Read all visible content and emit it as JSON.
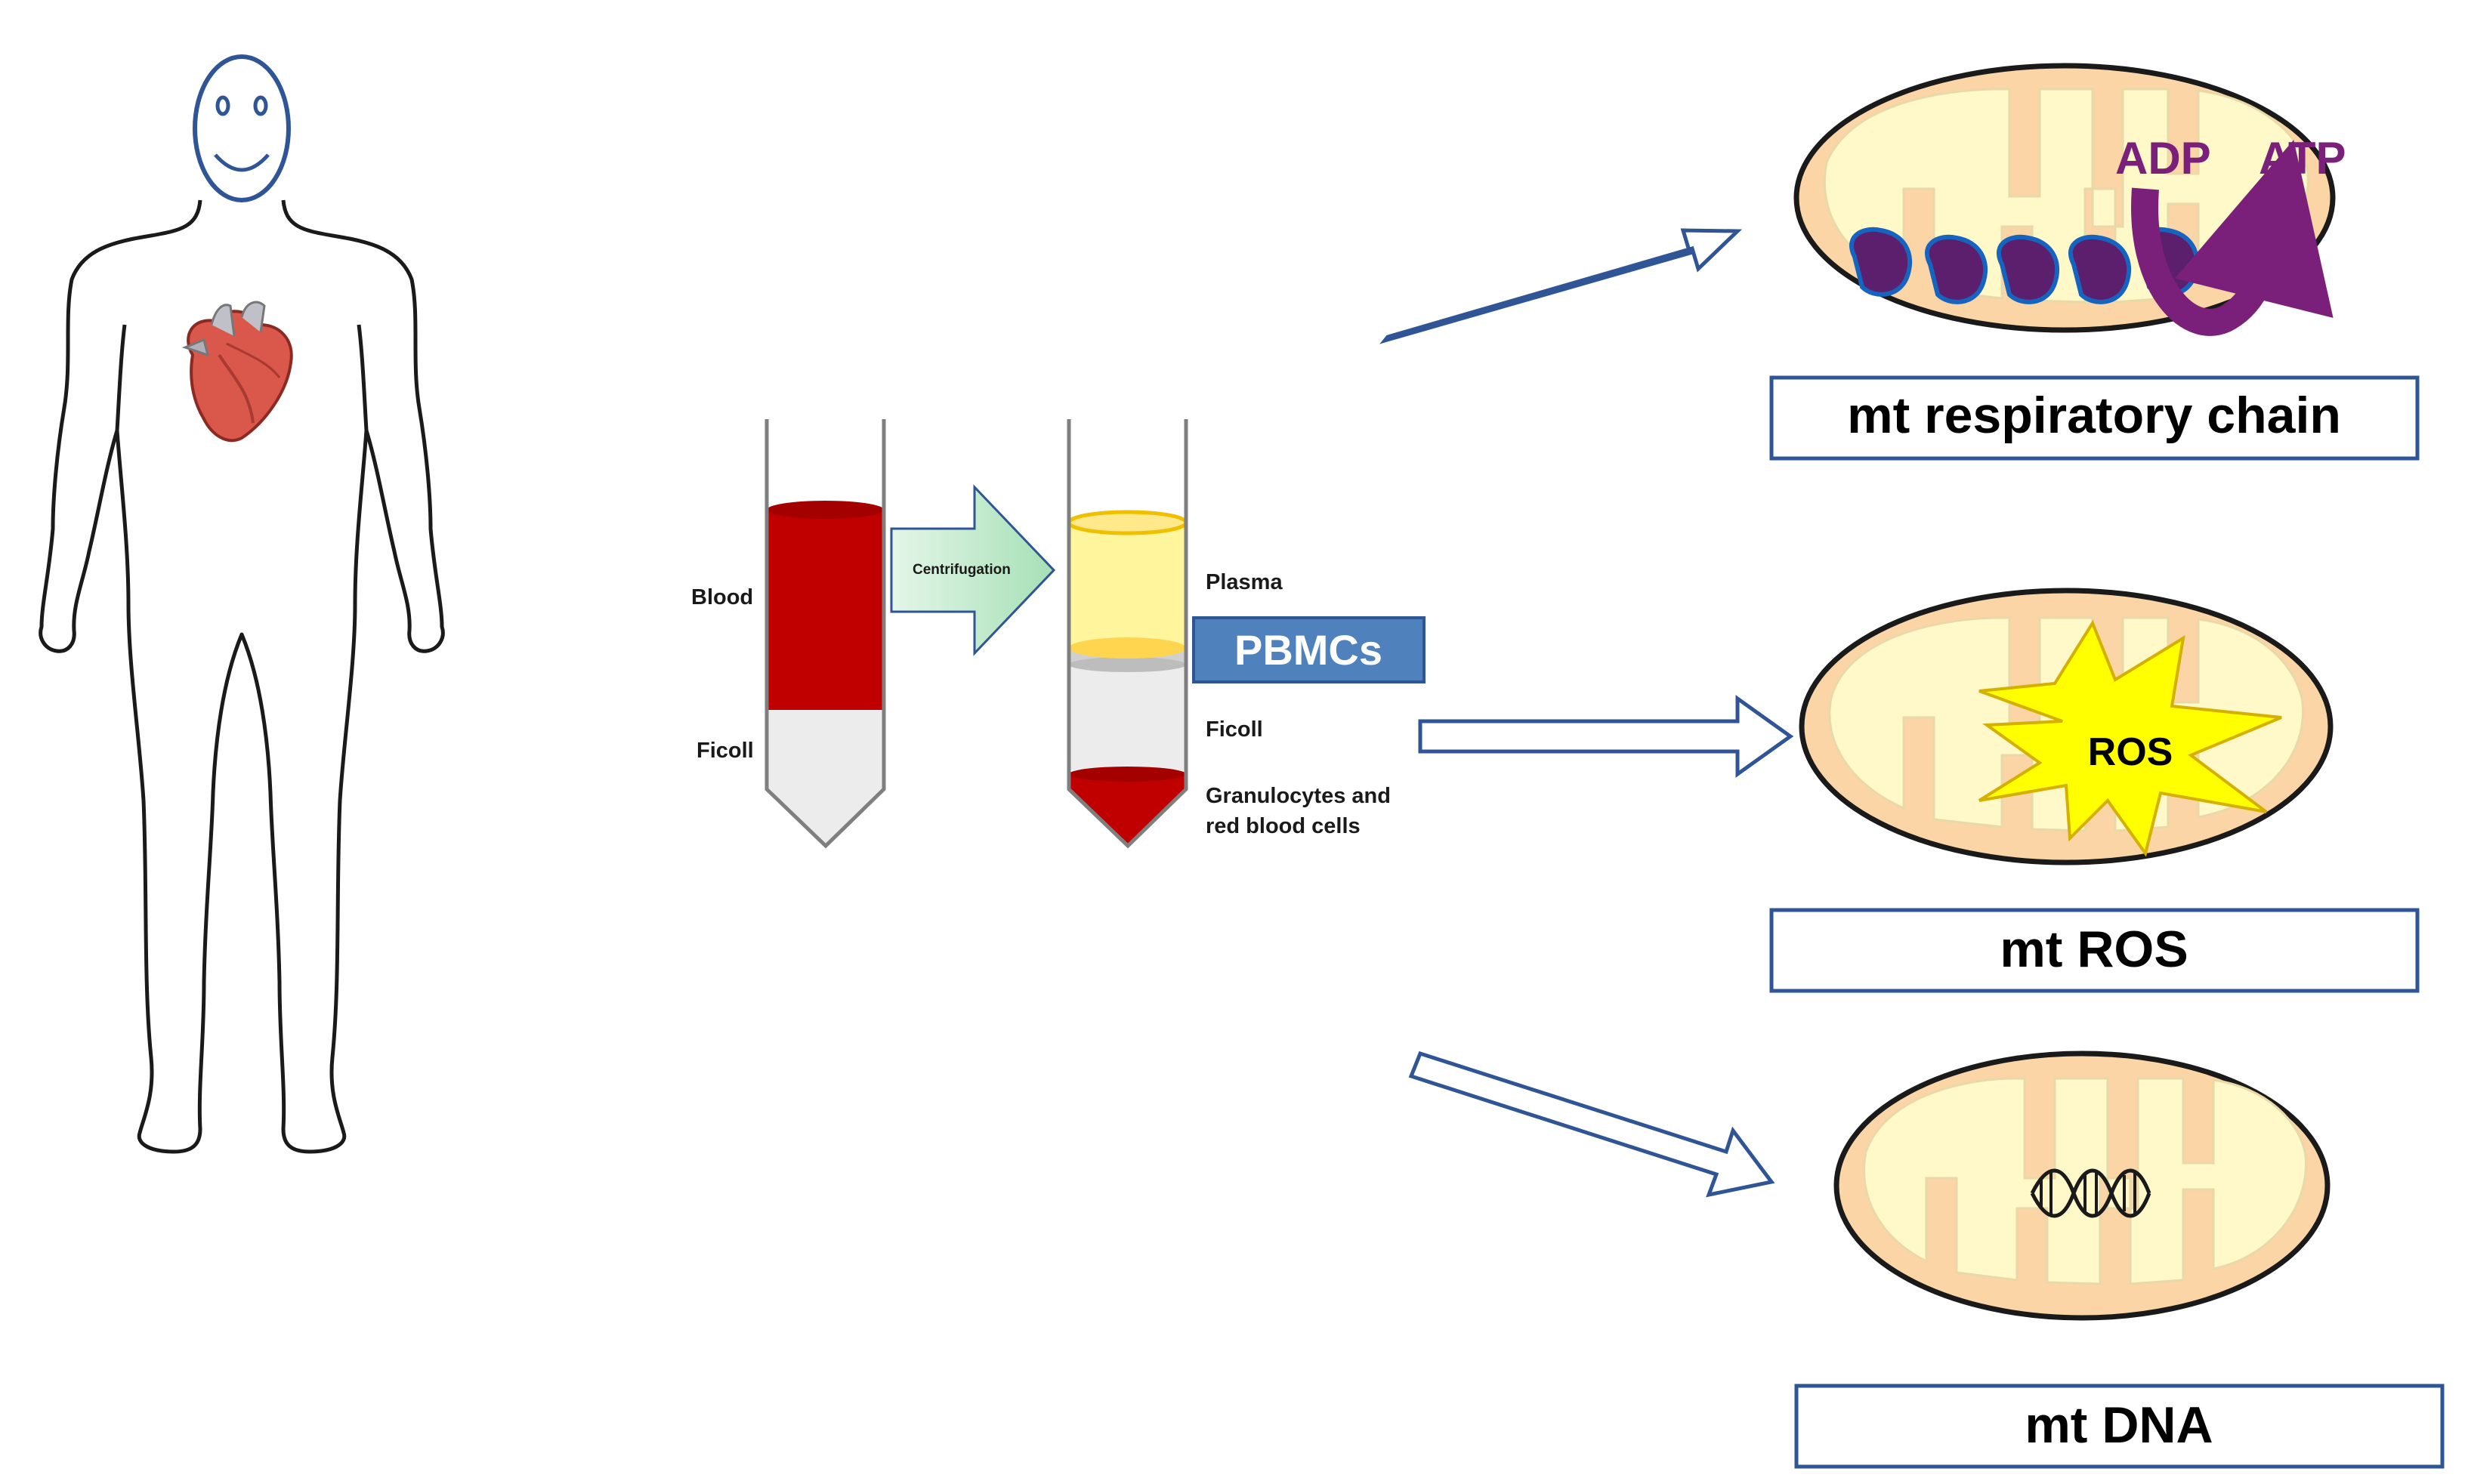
{
  "tubes": {
    "blood_label": "Blood",
    "ficoll_left_label": "Ficoll",
    "centrifugation_label": "Centrifugation",
    "plasma_label": "Plasma",
    "pbmc_label": "PBMCs",
    "ficoll_right_label": "Ficoll",
    "granulocytes_line1": "Granulocytes and",
    "granulocytes_line2": "red blood cells"
  },
  "mitochondria": {
    "adp_label": "ADP",
    "atp_label": "ATP",
    "ros_label": "ROS"
  },
  "boxes": {
    "respiratory": "mt respiratory chain",
    "ros": "mt ROS",
    "dna": "mt DNA"
  },
  "colors": {
    "outline": "#2f5597",
    "blood": "#c00000",
    "plasma": "#fff59d",
    "plasma_rim": "#ffd54f",
    "mito_outer": "#fbd5a5",
    "mito_inner": "#fff8c8",
    "complex": "#5b1f6e",
    "arrow_purple": "#7a1f7a",
    "pbmc_box": "#4f81bd",
    "star_fill": "#ffff00",
    "centrifuge_arrow": "#b5e8c4"
  }
}
